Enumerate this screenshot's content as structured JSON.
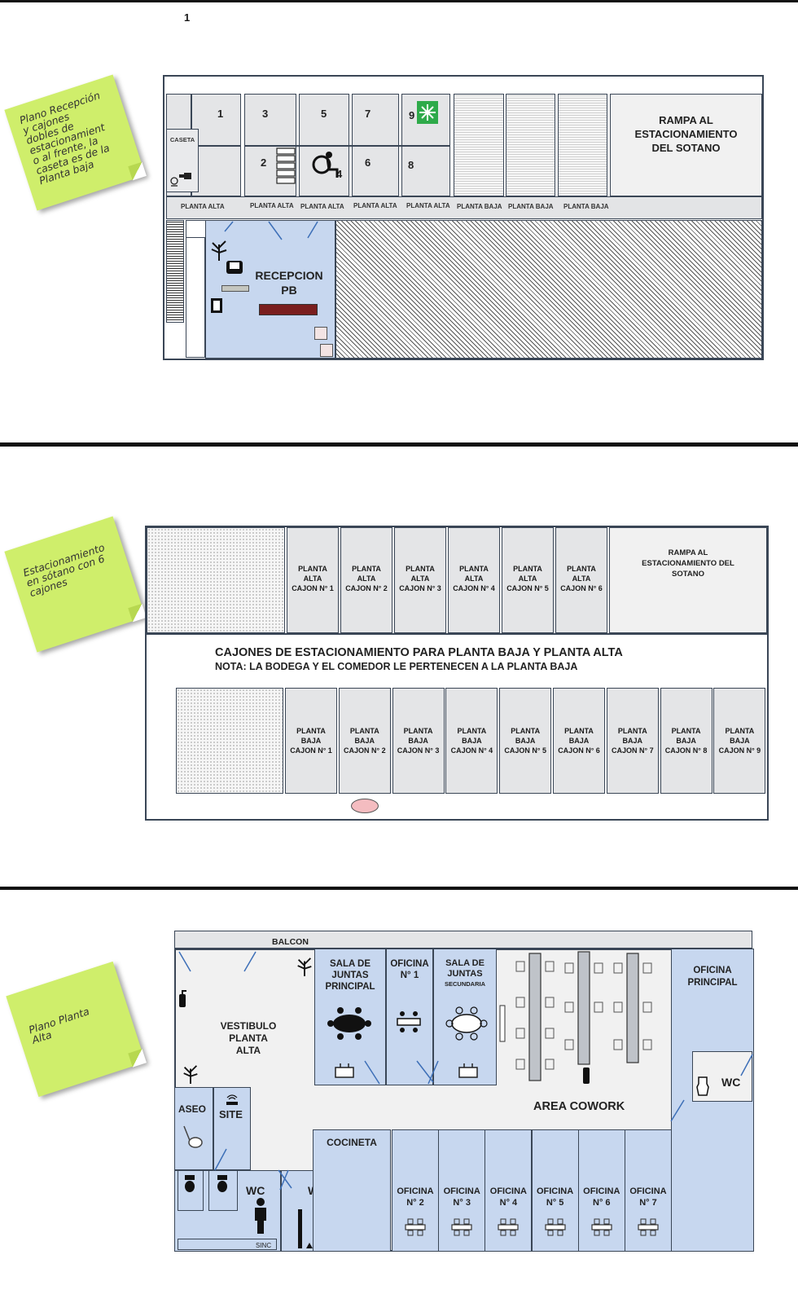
{
  "page_number": "1",
  "notes": {
    "ground": "Plano Recepción\ny cajones\ndobles de\nestacionamient\no al frente, la\ncaseta es de la\nPlanta baja",
    "basement": "Estacionamiento\nen sótano con 6\ncajones",
    "upper": "Plano Planta\nAlta"
  },
  "ground_plan": {
    "caseta": "CASETA",
    "spot_numbers": [
      "1",
      "2",
      "3",
      "4",
      "5",
      "6",
      "7",
      "8",
      "9"
    ],
    "ramp": "RAMPA AL\nESTACIONAMIENTO\nDEL SOTANO",
    "row_labels": [
      "PLANTA ALTA",
      "PLANTA ALTA",
      "PLANTA ALTA",
      "PLANTA ALTA",
      "PLANTA ALTA",
      "PLANTA BAJA",
      "PLANTA BAJA",
      "PLANTA BAJA"
    ],
    "reception": "RECEPCION\nPB",
    "icons": [
      "exit-sign-icon",
      "wheelchair-icon",
      "guard-icon",
      "plant-icon",
      "armchair-icon",
      "chair-icon"
    ]
  },
  "basement_plan": {
    "ramp": "RAMPA AL\nESTACIONAMIENTO DEL\nSOTANO",
    "top_slots": [
      "PLANTA\nALTA\nCAJON N° 1",
      "PLANTA\nALTA\nCAJON N° 2",
      "PLANTA\nALTA\nCAJON N° 3",
      "PLANTA\nALTA\nCAJON N° 4",
      "PLANTA\nALTA\nCAJON N° 5",
      "PLANTA\nALTA\nCAJON N° 6"
    ],
    "heading": "CAJONES DE ESTACIONAMIENTO PARA PLANTA BAJA Y PLANTA ALTA",
    "note": "NOTA: LA BODEGA Y EL COMEDOR LE PERTENECEN A LA PLANTA BAJA",
    "bottom_slots": [
      "PLANTA\nBAJA\nCAJON N° 1",
      "PLANTA\nBAJA\nCAJON N° 2",
      "PLANTA\nBAJA\nCAJON N° 3",
      "PLANTA\nBAJA\nCAJON N° 4",
      "PLANTA\nBAJA\nCAJON N° 5",
      "PLANTA\nBAJA\nCAJON N° 6",
      "PLANTA\nBAJA\nCAJON N° 7",
      "PLANTA\nBAJA\nCAJON N° 8",
      "PLANTA\nBAJA\nCAJON N° 9"
    ]
  },
  "upper_plan": {
    "balcon": "BALCON",
    "vestibulo": "VESTIBULO\nPLANTA\nALTA",
    "sala_principal": "SALA DE\nJUNTAS\nPRINCIPAL",
    "oficina_1": "OFICINA\nN° 1",
    "sala_secundaria": "SALA DE\nJUNTAS",
    "sala_secundaria_sub": "SECUNDARIA",
    "oficina_principal": "OFICINA\nPRINCIPAL",
    "wc": "WC",
    "area_cowork": "AREA COWORK",
    "aseo": "ASEO",
    "site": "SITE",
    "cocineta": "COCINETA",
    "wc_left": "WC",
    "wc_right": "WC",
    "sinc": "SINC",
    "offices": [
      "OFICINA\nN° 2",
      "OFICINA\nN° 3",
      "OFICINA\nN° 4",
      "OFICINA\nN° 5",
      "OFICINA\nN° 6",
      "OFICINA\nN° 7"
    ]
  },
  "colors": {
    "note_green": "#cfee6b",
    "room_blue": "#c7d7ef",
    "parking_gray": "#e4e5e7",
    "reception_desk": "#7a1e1e",
    "exit_green": "#2eaa4a"
  }
}
